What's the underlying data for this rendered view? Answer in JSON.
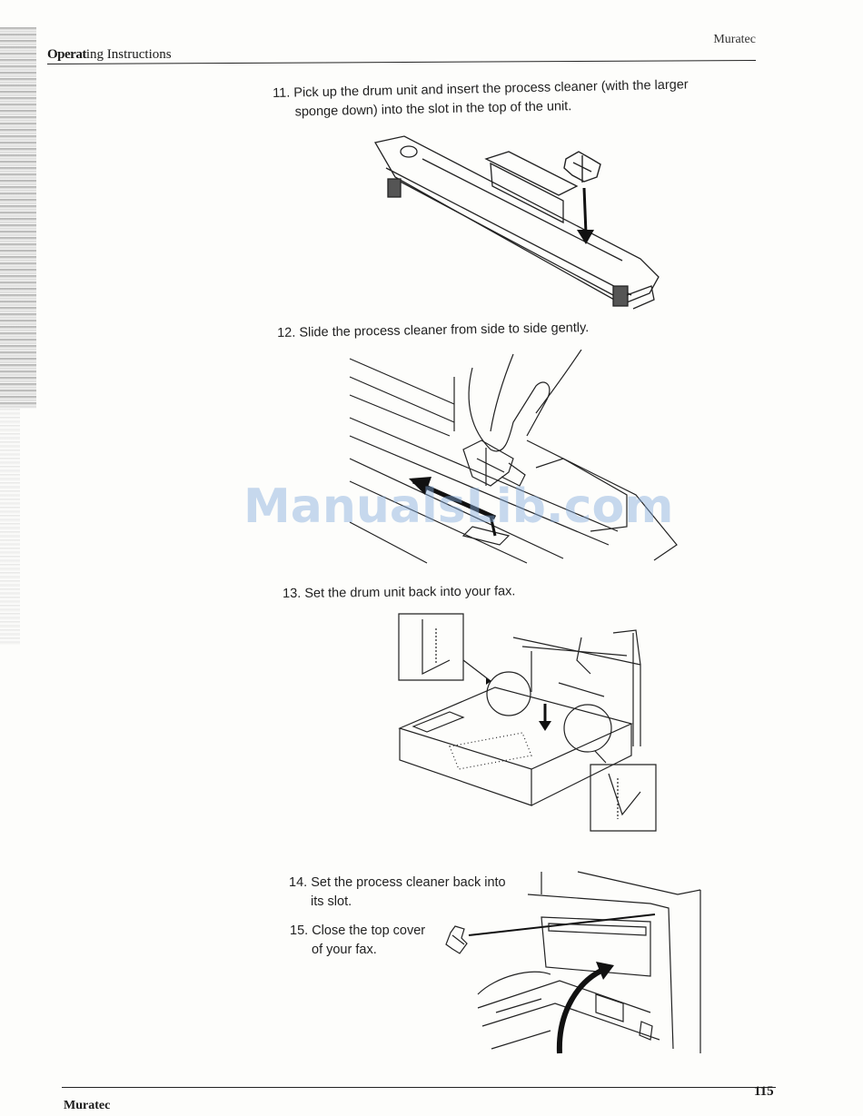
{
  "header": {
    "section_bold": "Operat",
    "section_rest": "ing Instructions",
    "brand": "Muratec"
  },
  "steps": [
    {
      "num": "11.",
      "line1": "Pick up the drum unit and insert the process cleaner (with the larger",
      "line2": "sponge down) into the slot in the top of the unit."
    },
    {
      "num": "12.",
      "line1": "Slide the process cleaner from side to side gently."
    },
    {
      "num": "13.",
      "line1": "Set the drum unit back into your fax."
    },
    {
      "num": "14.",
      "line1": "Set the process cleaner back into",
      "line2": "its slot."
    },
    {
      "num": "15.",
      "line1": "Close the top cover",
      "line2": "of your fax."
    }
  ],
  "watermark": "ManualsLib.com",
  "footer": {
    "page_number": "115",
    "brand": "Muratec"
  }
}
